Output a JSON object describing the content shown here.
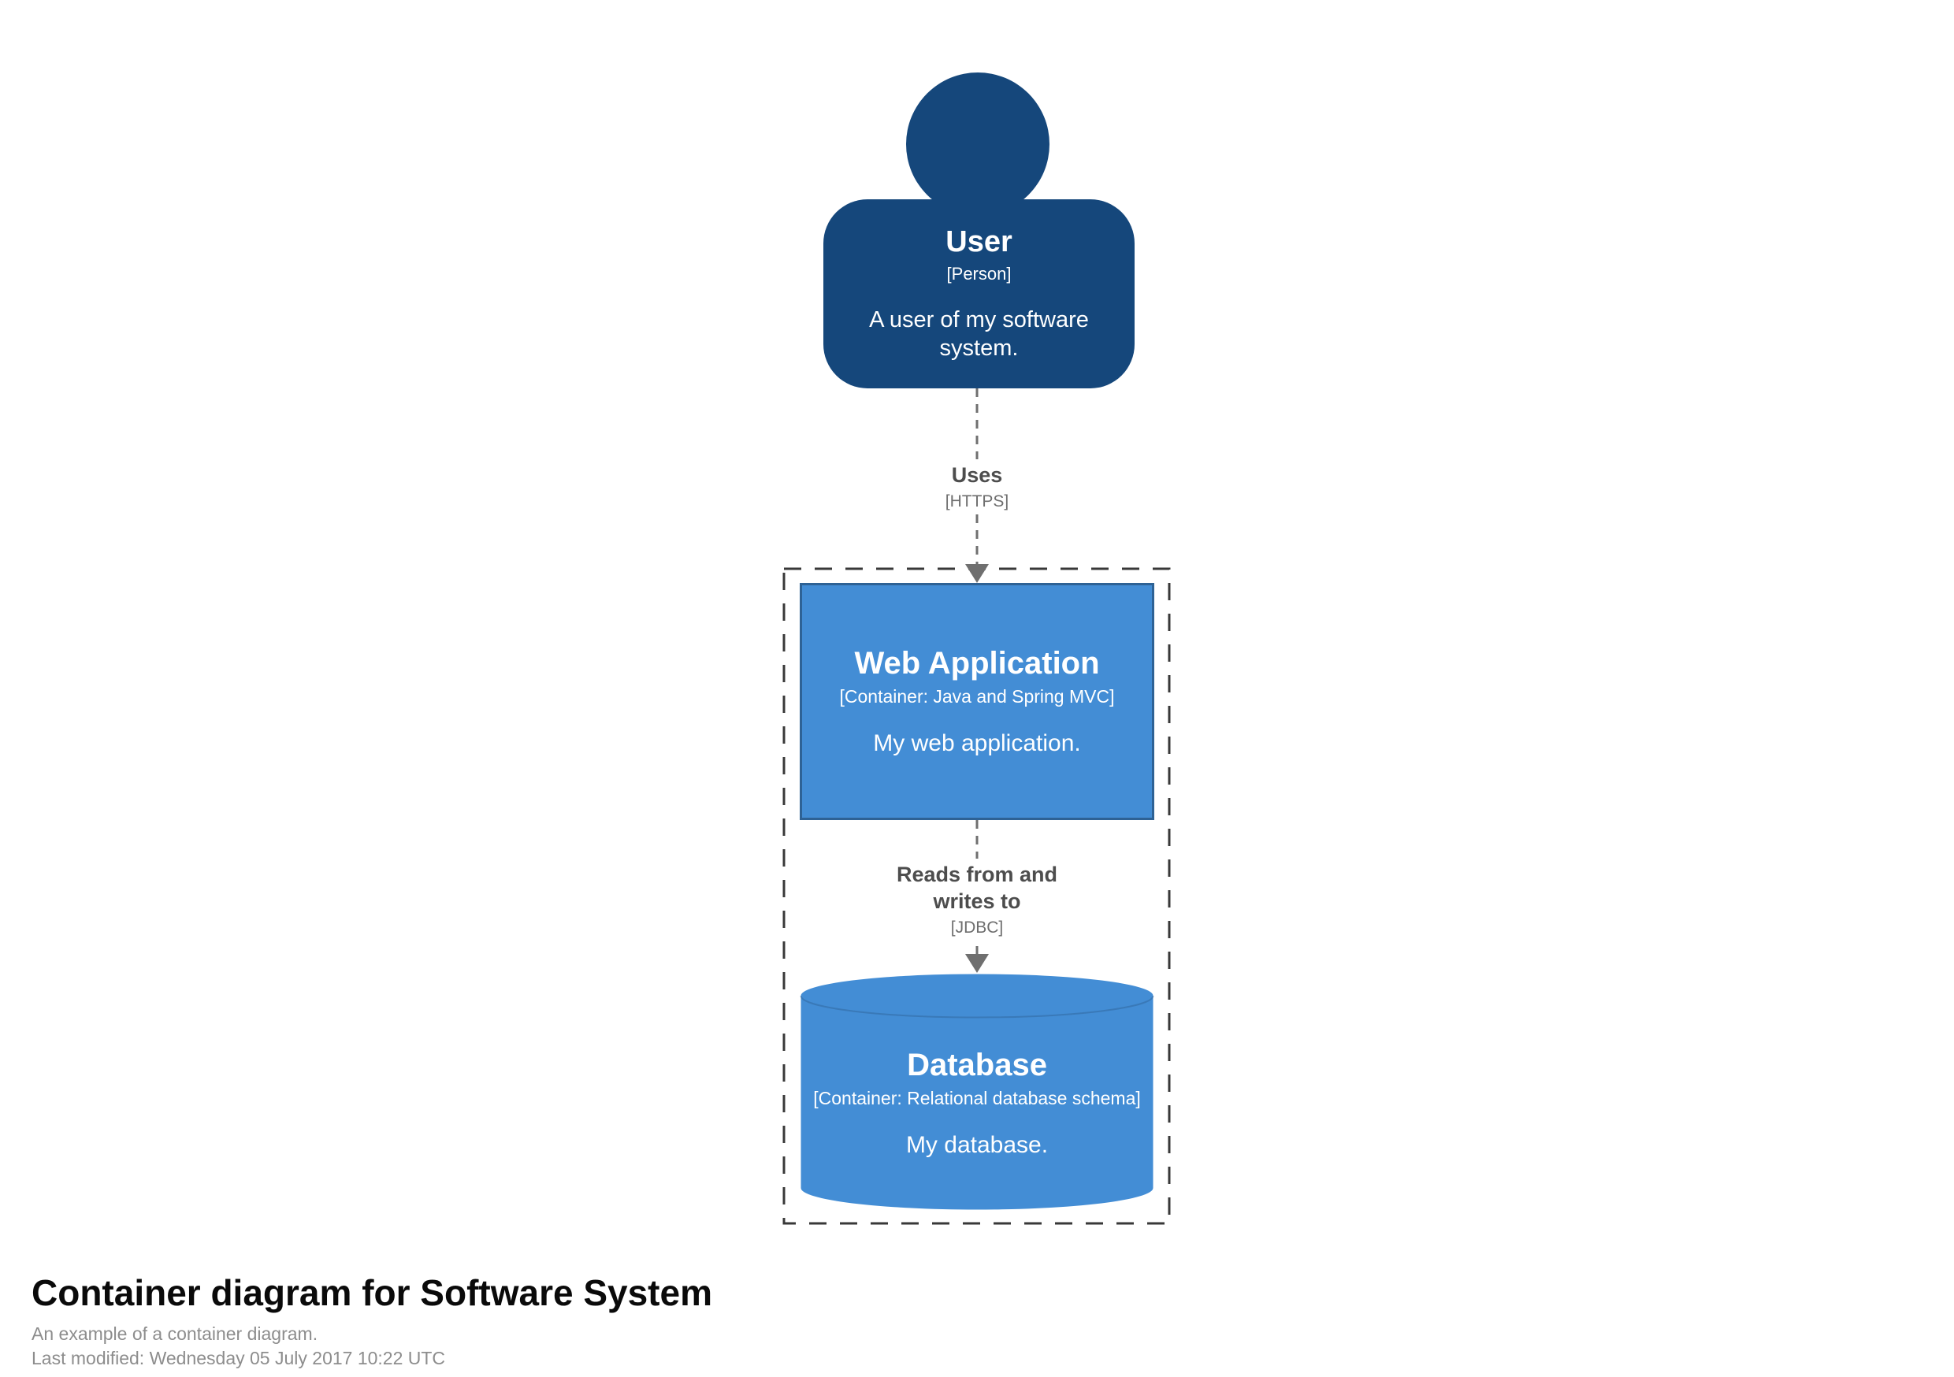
{
  "person": {
    "name": "User",
    "meta": "[Person]",
    "description": "A user of my software system."
  },
  "containers": {
    "web_app": {
      "name": "Web Application",
      "meta": "[Container: Java and Spring MVC]",
      "description": "My web application."
    },
    "database": {
      "name": "Database",
      "meta": "[Container: Relational database schema]",
      "description": "My database."
    }
  },
  "relationships": {
    "user_webapp": {
      "label": "Uses",
      "tech": "[HTTPS]"
    },
    "webapp_db": {
      "label": "Reads from and writes to",
      "tech": "[JDBC]"
    }
  },
  "footer": {
    "title": "Container diagram for Software System",
    "subtitle": "An example of a container diagram.",
    "last_modified": "Last modified: Wednesday 05 July 2017 10:22 UTC"
  },
  "colors": {
    "person_fill": "#15477B",
    "container_fill": "#438DD5",
    "container_border": "#2E6295",
    "relationship": "#6F6F6F",
    "relationship_text": "#4D4D4D",
    "relationship_tech": "#6E6E6E",
    "boundary": "#383838",
    "footer_text": "#8D8D8D",
    "title_text": "#0A0A0A"
  }
}
